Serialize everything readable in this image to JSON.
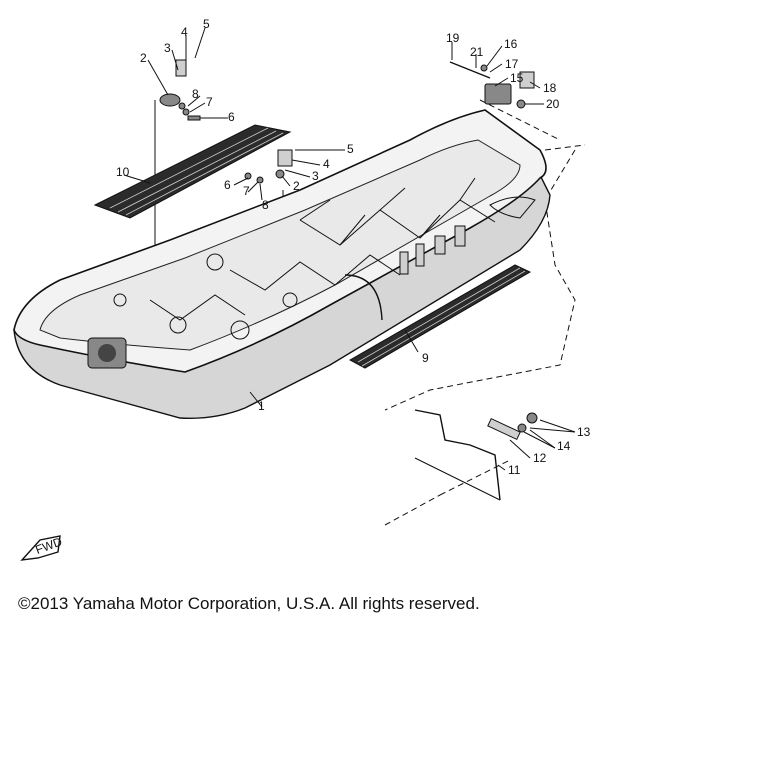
{
  "diagram": {
    "callouts": [
      "1",
      "2",
      "3",
      "4",
      "5",
      "6",
      "7",
      "8",
      "9",
      "10",
      "11",
      "12",
      "13",
      "14",
      "15",
      "16",
      "17",
      "18",
      "19",
      "20",
      "21"
    ],
    "fwd_label": "FWD",
    "copyright": "©2013 Yamaha Motor Corporation, U.S.A. All rights reserved."
  }
}
